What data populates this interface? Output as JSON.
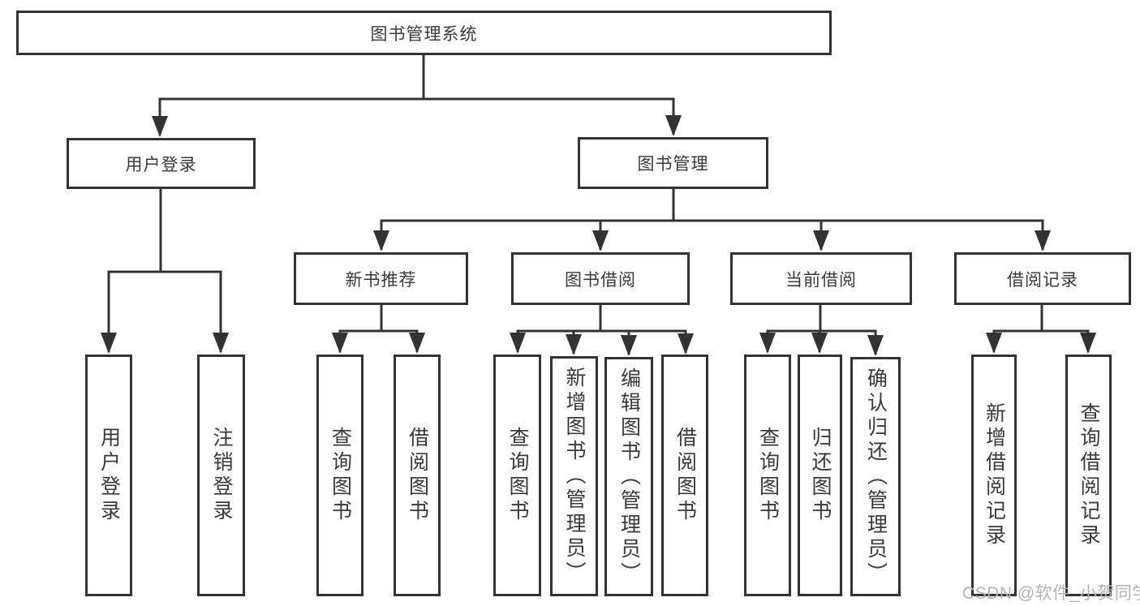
{
  "diagram_type": "hierarchy-tree",
  "colors": {
    "line": "#333333",
    "box_border": "#333333",
    "text": "#3a3a3a",
    "background": "#ffffff",
    "watermark": "#b4b4b4"
  },
  "tree": {
    "label": "图书管理系统",
    "children": [
      {
        "label": "用户登录",
        "children": [
          {
            "label": "用户登录"
          },
          {
            "label": "注销登录"
          }
        ]
      },
      {
        "label": "图书管理",
        "children": [
          {
            "label": "新书推荐",
            "children": [
              {
                "label": "查询图书"
              },
              {
                "label": "借阅图书"
              }
            ]
          },
          {
            "label": "图书借阅",
            "children": [
              {
                "label": "查询图书"
              },
              {
                "label": "新增图书（管理员）"
              },
              {
                "label": "编辑图书（管理员）"
              },
              {
                "label": "借阅图书"
              }
            ]
          },
          {
            "label": "当前借阅",
            "children": [
              {
                "label": "查询图书"
              },
              {
                "label": "归还图书"
              },
              {
                "label": "确认归还（管理员）"
              }
            ]
          },
          {
            "label": "借阅记录",
            "children": [
              {
                "label": "新增借阅记录"
              },
              {
                "label": "查询借阅记录"
              }
            ]
          }
        ]
      }
    ]
  },
  "watermark": "CSDN @软件_小贺同学"
}
